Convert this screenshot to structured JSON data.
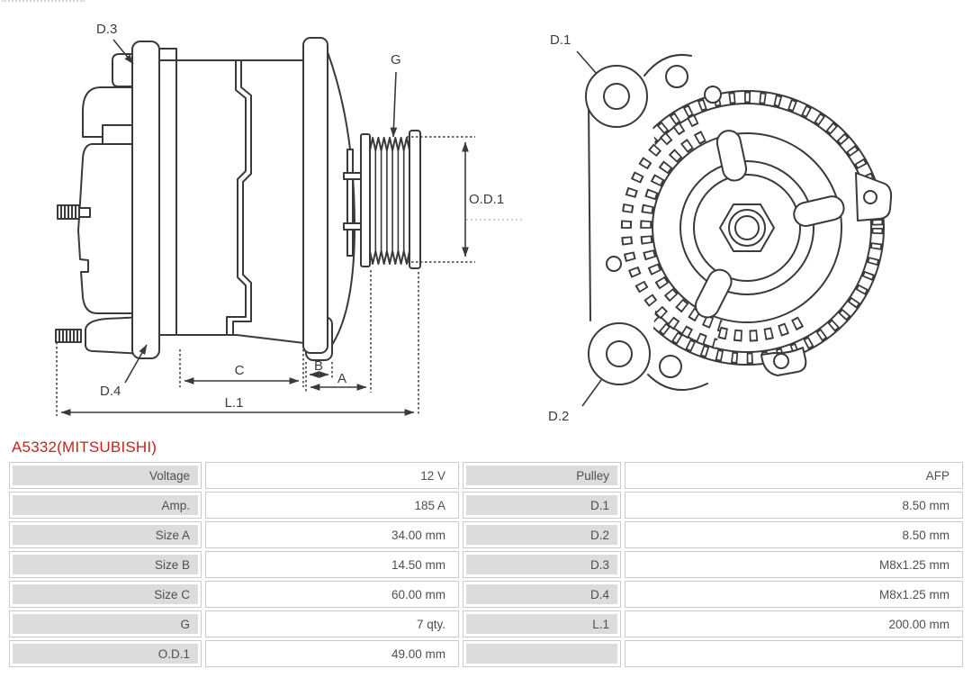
{
  "part_header": {
    "code": "A5332(MITSUBISHI)"
  },
  "colors": {
    "part_code_red": "#c4221e",
    "diagram_line": "#3a3a3a",
    "table_label_bg": "#dcdcdc",
    "table_border": "#cbcbcb",
    "table_text": "#4f4f4f"
  },
  "diagram": {
    "side_view": {
      "labels": {
        "d3": "D.3",
        "g": "G",
        "od1": "O.D.1",
        "d4": "D.4",
        "c": "C",
        "b": "B",
        "a": "A",
        "l1": "L.1"
      }
    },
    "front_view": {
      "labels": {
        "d1": "D.1",
        "d2": "D.2"
      }
    }
  },
  "specs": {
    "rows": [
      {
        "l1": "Voltage",
        "v1": "12 V",
        "l2": "Pulley",
        "v2": "AFP"
      },
      {
        "l1": "Amp.",
        "v1": "185 A",
        "l2": "D.1",
        "v2": "8.50 mm"
      },
      {
        "l1": "Size A",
        "v1": "34.00 mm",
        "l2": "D.2",
        "v2": "8.50 mm"
      },
      {
        "l1": "Size B",
        "v1": "14.50 mm",
        "l2": "D.3",
        "v2": "M8x1.25 mm"
      },
      {
        "l1": "Size C",
        "v1": "60.00 mm",
        "l2": "D.4",
        "v2": "M8x1.25 mm"
      },
      {
        "l1": "G",
        "v1": "7 qty.",
        "l2": "L.1",
        "v2": "200.00 mm"
      },
      {
        "l1": "O.D.1",
        "v1": "49.00 mm",
        "l2": "",
        "v2": ""
      }
    ]
  }
}
